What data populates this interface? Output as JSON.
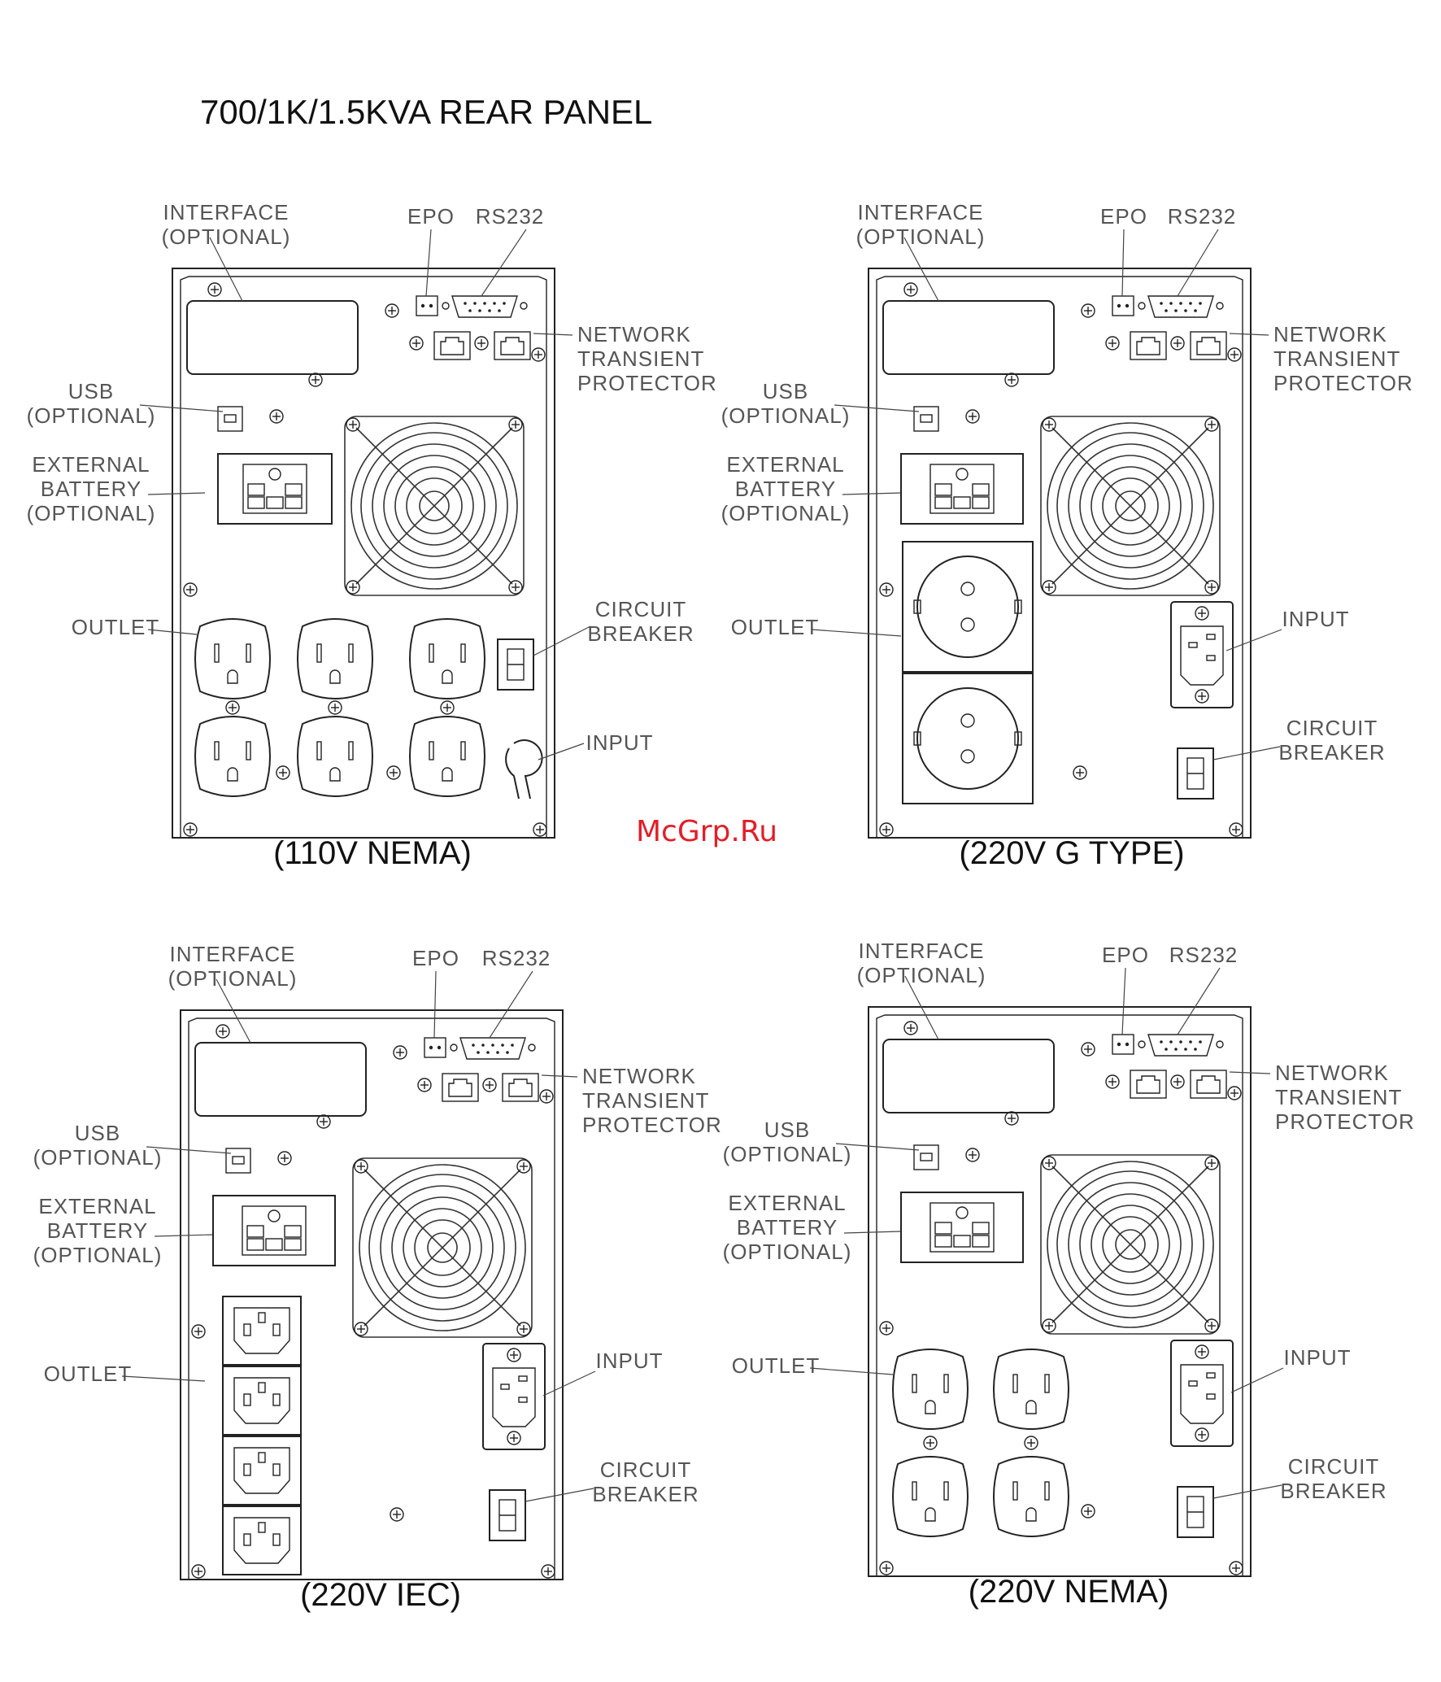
{
  "title": "700/1K/1.5KVA REAR PANEL",
  "watermark": "McGrp.Ru",
  "colors": {
    "ink": "#222222",
    "label": "#555555",
    "watermark": "#e0202a"
  },
  "panels": [
    {
      "caption": "(110V NEMA)",
      "labels": {
        "interface": [
          "INTERFACE",
          "(OPTIONAL)"
        ],
        "epo": "EPO",
        "rs232": "RS232",
        "network": [
          "NETWORK",
          "TRANSIENT",
          "PROTECTOR"
        ],
        "usb": [
          "USB",
          "(OPTIONAL)"
        ],
        "battery": [
          "EXTERNAL",
          "BATTERY",
          "(OPTIONAL)"
        ],
        "outlet": "OUTLET",
        "breaker": [
          "CIRCUIT",
          "BREAKER"
        ],
        "input": "INPUT"
      }
    },
    {
      "caption": "(220V G TYPE)",
      "labels": {
        "interface": [
          "INTERFACE",
          "(OPTIONAL)"
        ],
        "epo": "EPO",
        "rs232": "RS232",
        "network": [
          "NETWORK",
          "TRANSIENT",
          "PROTECTOR"
        ],
        "usb": [
          "USB",
          "(OPTIONAL)"
        ],
        "battery": [
          "EXTERNAL",
          "BATTERY",
          "(OPTIONAL)"
        ],
        "outlet": "OUTLET",
        "input": "INPUT",
        "breaker": [
          "CIRCUIT",
          "BREAKER"
        ]
      }
    },
    {
      "caption": "(220V IEC)",
      "labels": {
        "interface": [
          "INTERFACE",
          "(OPTIONAL)"
        ],
        "epo": "EPO",
        "rs232": "RS232",
        "network": [
          "NETWORK",
          "TRANSIENT",
          "PROTECTOR"
        ],
        "usb": [
          "USB",
          "(OPTIONAL)"
        ],
        "battery": [
          "EXTERNAL",
          "BATTERY",
          "(OPTIONAL)"
        ],
        "outlet": "OUTLET",
        "input": "INPUT",
        "breaker": [
          "CIRCUIT",
          "BREAKER"
        ]
      }
    },
    {
      "caption": "(220V NEMA)",
      "labels": {
        "interface": [
          "INTERFACE",
          "(OPTIONAL)"
        ],
        "epo": "EPO",
        "rs232": "RS232",
        "network": [
          "NETWORK",
          "TRANSIENT",
          "PROTECTOR"
        ],
        "usb": [
          "USB",
          "(OPTIONAL)"
        ],
        "battery": [
          "EXTERNAL",
          "BATTERY",
          "(OPTIONAL)"
        ],
        "outlet": "OUTLET",
        "input": "INPUT",
        "breaker": [
          "CIRCUIT",
          "BREAKER"
        ]
      }
    }
  ]
}
